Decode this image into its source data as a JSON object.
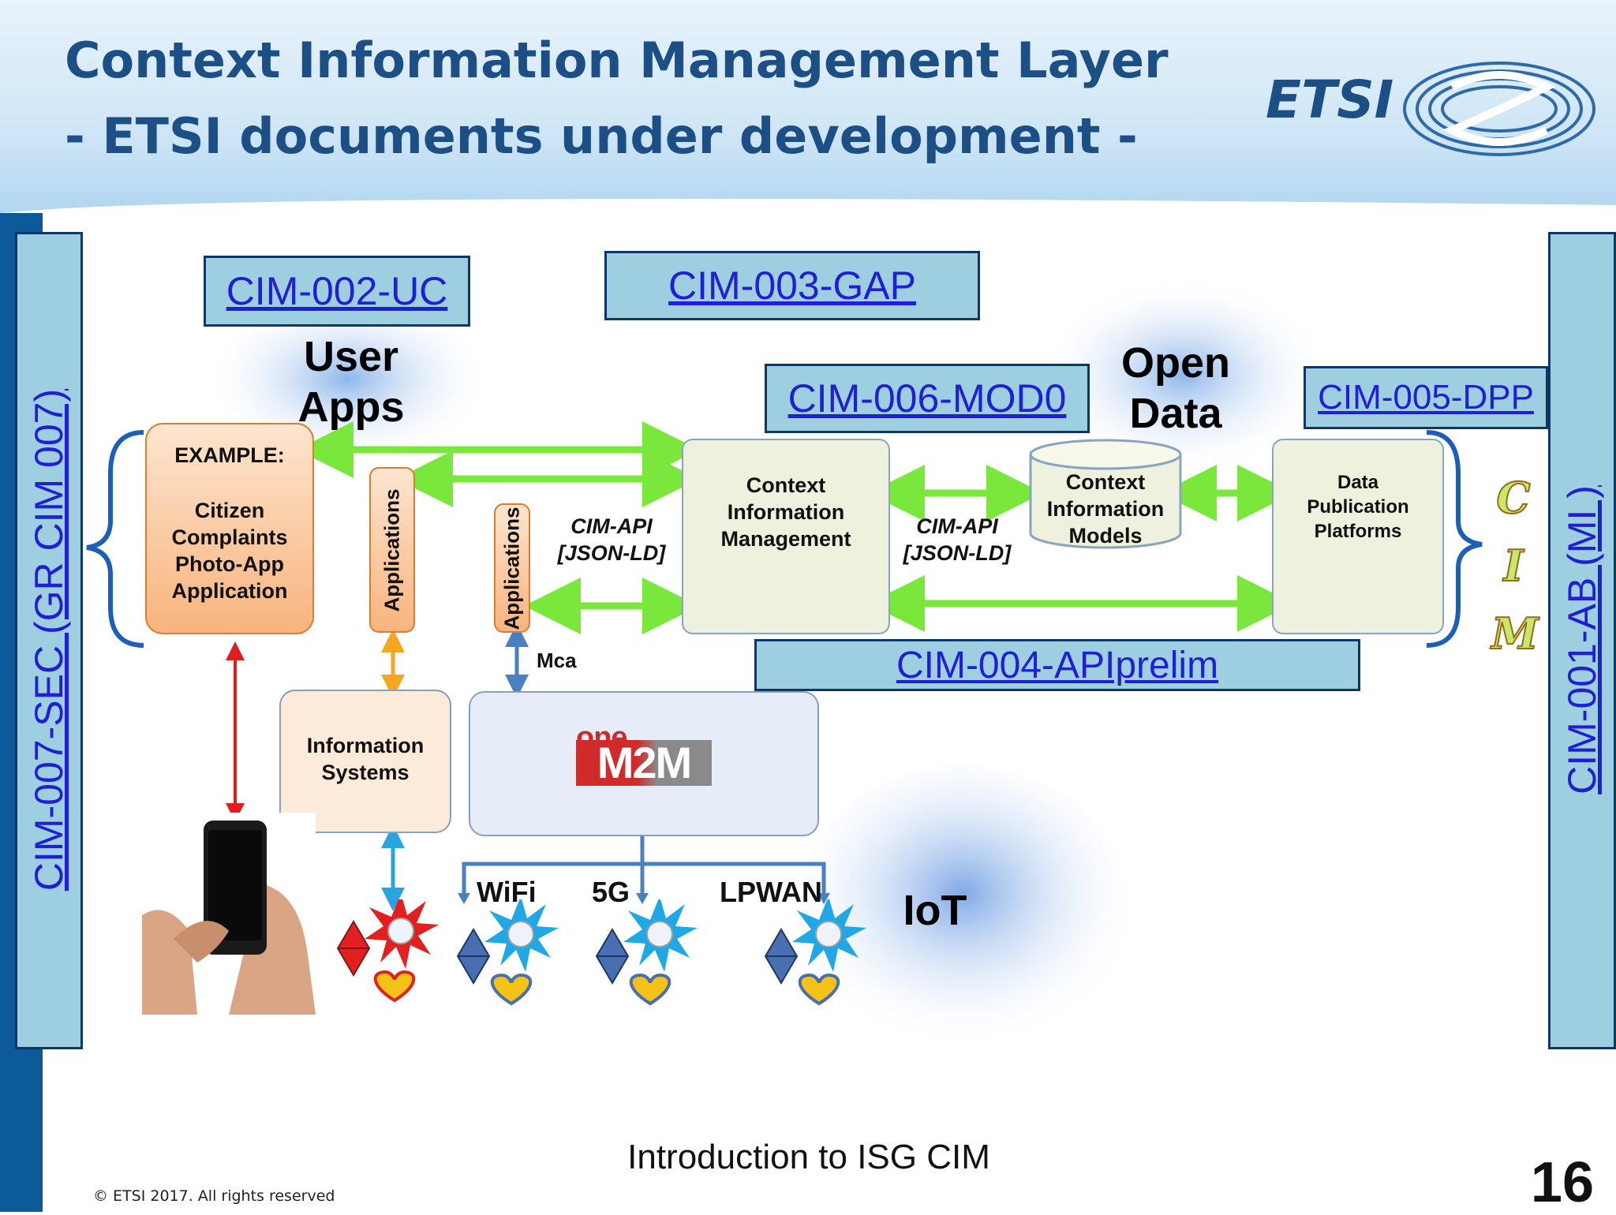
{
  "title": {
    "line1": "Context Information Management Layer",
    "line2": "- ETSI documents under development -"
  },
  "logo": {
    "text": "ETSI"
  },
  "docs": {
    "uc": "CIM-002-UC",
    "gap": "CIM-003-GAP",
    "mod": "CIM-006-MOD0",
    "dpp": "CIM-005-DPP",
    "api": "CIM-004-APIprelim",
    "sec": "CIM-007-SEC (GR CIM 007)",
    "ab": "CIM-001-AB (MI )"
  },
  "clouds": {
    "user_apps": [
      "User",
      "Apps"
    ],
    "open_data": [
      "Open",
      "Data"
    ],
    "iot": "IoT"
  },
  "boxes": {
    "example_title": "EXAMPLE:",
    "example_lines": [
      "Citizen",
      "Complaints",
      "Photo-App",
      "Application"
    ],
    "applications": "Applications",
    "cim": [
      "Context",
      "Information",
      "Management"
    ],
    "models": [
      "Context",
      "Information",
      "Models"
    ],
    "dpp": [
      "Data",
      "Publication",
      "Platforms"
    ],
    "info_systems": [
      "Information",
      "Systems"
    ],
    "onem2m": [
      "one",
      "M2M"
    ]
  },
  "labels": {
    "api_left": [
      "CIM-API",
      "[JSON-LD]"
    ],
    "api_right": [
      "CIM-API",
      "[JSON-LD]"
    ],
    "mca": "Mca",
    "wifi": "WiFi",
    "g5": "5G",
    "lpwan": "LPWAN"
  },
  "cim_letters": [
    "C",
    "I",
    "M"
  ],
  "footer": {
    "center": "Introduction to ISG CIM",
    "copyright": "© ETSI 2017. All rights reserved",
    "page": "16"
  },
  "colors": {
    "title": "#1c4f86",
    "doc_box_fill": "#9ecfe0",
    "link_blue": "#1f1fd6",
    "arrow_green": "#7ae83a",
    "arrow_red": "#e11d1d",
    "arrow_orange": "#f5a623",
    "arrow_blue": "#2aa4e0"
  }
}
